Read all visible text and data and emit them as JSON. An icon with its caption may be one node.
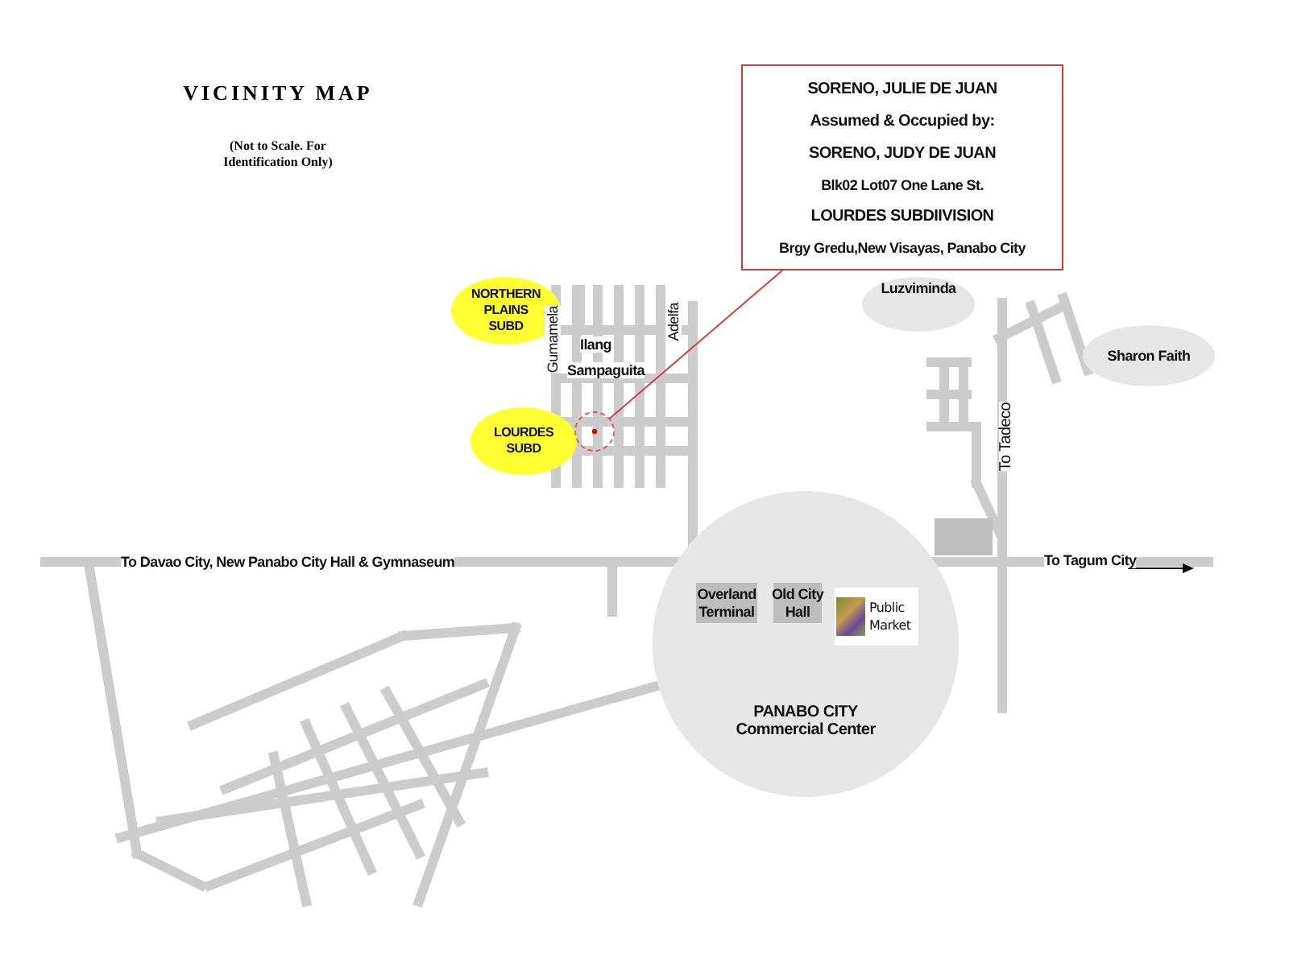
{
  "diagram": {
    "title": "VICINITY MAP",
    "caption": "(Not to Scale. For Identification Only)",
    "nodes": [
      {
        "text": [
          "SORENO, JULIE DE JUAN",
          "Assumed & Occupied by:",
          "SORENO, JUDY DE JUAN",
          "Blk02 Lot07  One Lane St.",
          "LOURDES  SUBDIIVISION",
          "Brgy Gredu,New Visayas, Panabo City"
        ]
      },
      {
        "text": [
          "NORTHERN PLAINS SUBD"
        ]
      },
      {
        "text": [
          "LOURDES SUBD"
        ]
      },
      {
        "text": [],
        "shape": "circle"
      },
      {
        "text": [
          "Luzviminda"
        ]
      },
      {
        "text": [
          "Sharon Faith"
        ]
      },
      {
        "text": [],
        "shape": "box"
      },
      {
        "text": [
          "PANABO CITY Commercial Center"
        ]
      },
      {
        "text": [
          "Overland Terminal"
        ],
        "in": 7
      },
      {
        "text": [
          "Old City Hall"
        ],
        "in": 7
      },
      {
        "text": [
          "Public Market"
        ],
        "in": 7
      }
    ],
    "edges": [
      {
        "from": 0,
        "to": 3,
        "arrow": "none"
      }
    ],
    "labels": [
      "Gumamela",
      "Ilang",
      "Sampaguita",
      "Adelfa",
      "To Tadeco",
      "To Davao City, New Panabo City Hall & Gymnaseum",
      "To Tagum City"
    ]
  }
}
